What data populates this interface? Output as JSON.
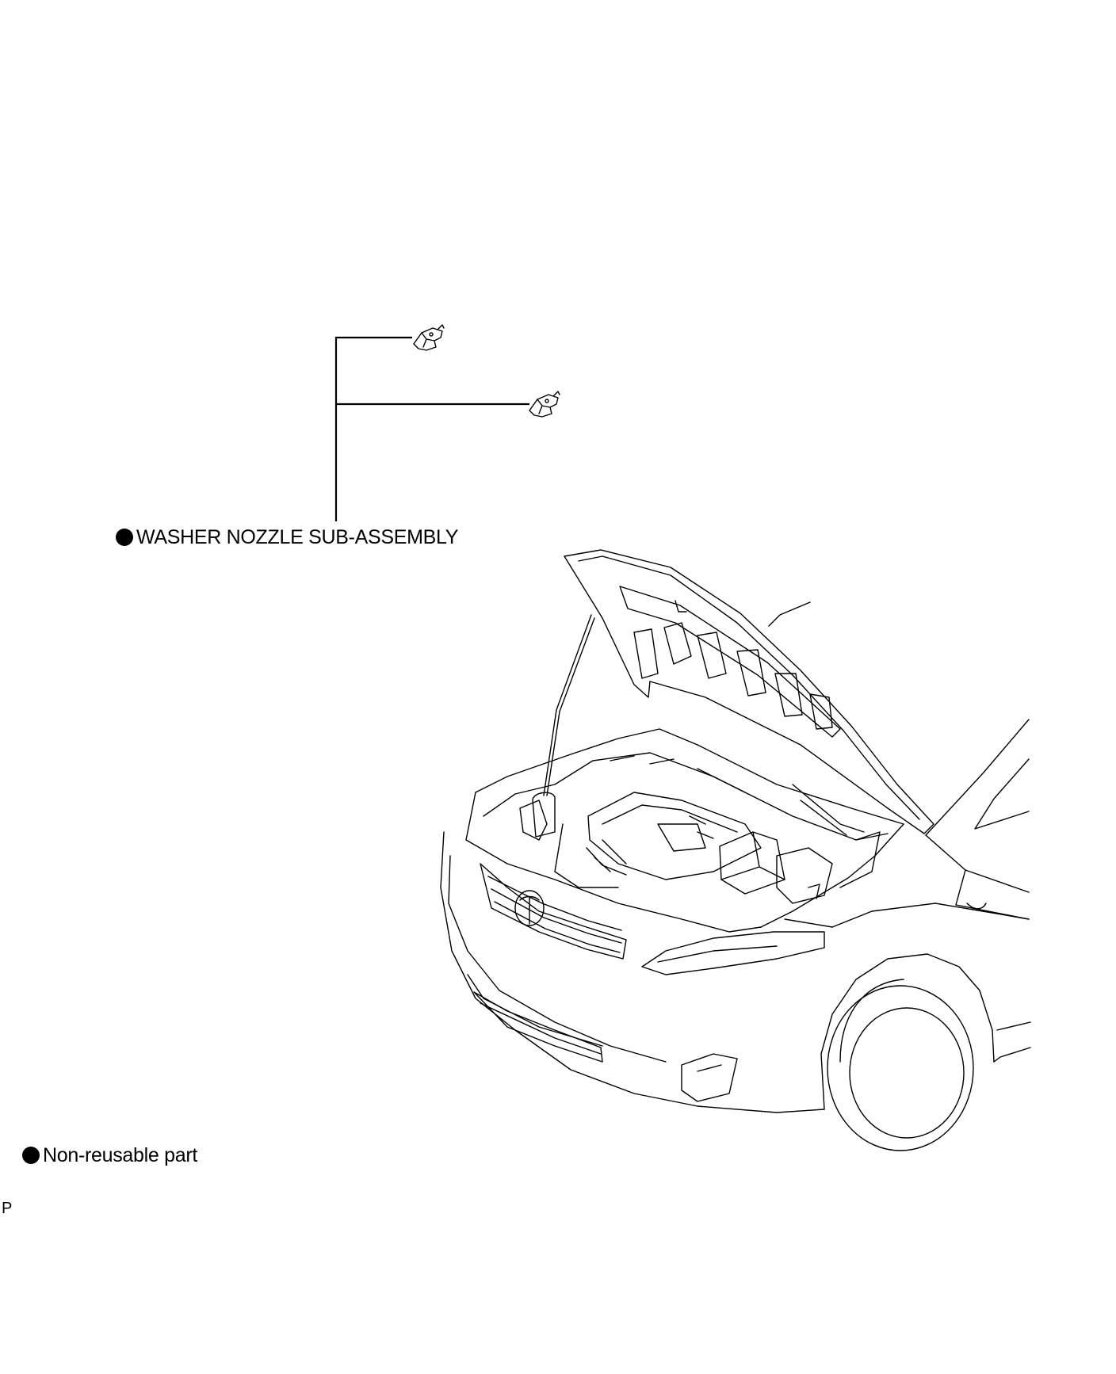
{
  "callouts": {
    "part_name": "WASHER NOZZLE SUB-ASSEMBLY",
    "part_marker": "non-reusable-dot"
  },
  "legend": {
    "non_reusable": "Non-reusable part"
  },
  "corner_mark": "P",
  "colors": {
    "line": "#000000",
    "background": "#ffffff"
  },
  "icons": [
    "washer-nozzle-icon",
    "non-reusable-dot-icon",
    "vehicle-illustration"
  ]
}
